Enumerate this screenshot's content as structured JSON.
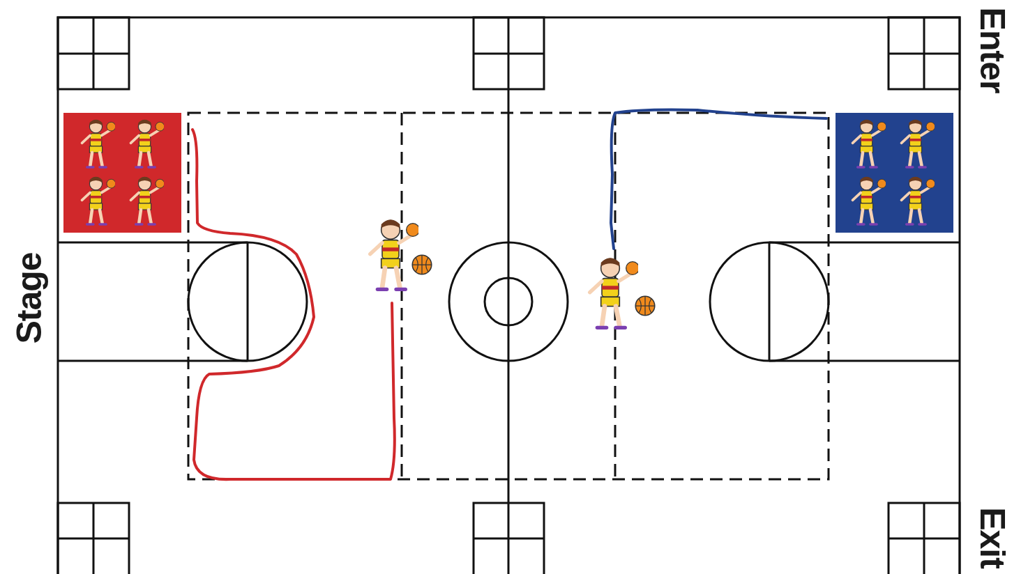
{
  "diagram": {
    "labels": [
      "Stage",
      "Enter",
      "Exit"
    ]
  }
}
